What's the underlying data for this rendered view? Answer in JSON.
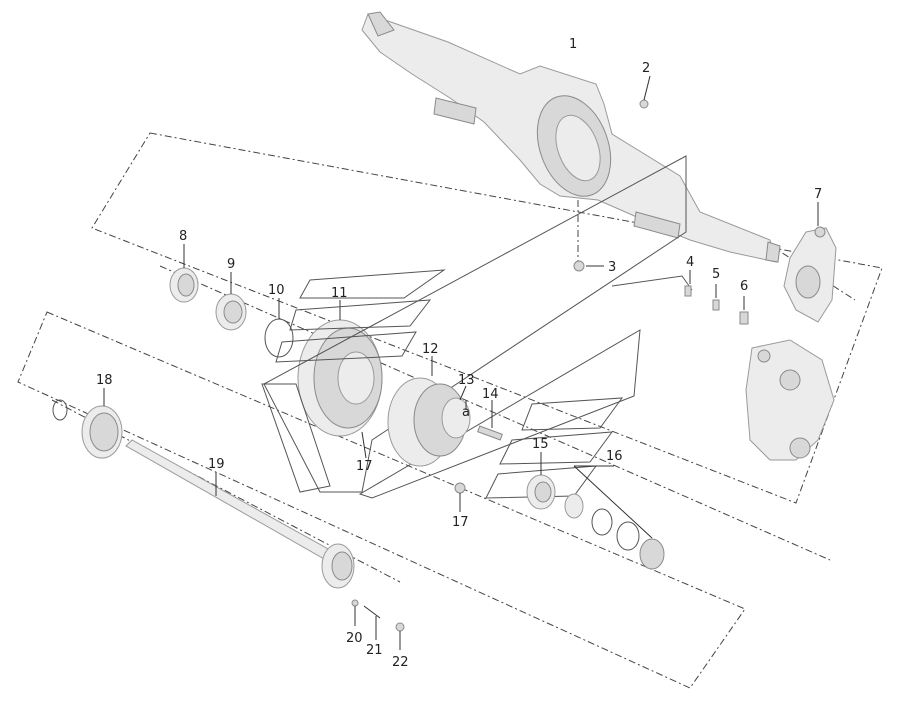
{
  "callouts": [
    {
      "id": "c1",
      "text": "1"
    },
    {
      "id": "c2",
      "text": "2"
    },
    {
      "id": "c3",
      "text": "3"
    },
    {
      "id": "c4",
      "text": "4"
    },
    {
      "id": "c5",
      "text": "5"
    },
    {
      "id": "c6",
      "text": "6"
    },
    {
      "id": "c7",
      "text": "7"
    },
    {
      "id": "c8",
      "text": "8"
    },
    {
      "id": "c9",
      "text": "9"
    },
    {
      "id": "c10",
      "text": "10"
    },
    {
      "id": "c11",
      "text": "11"
    },
    {
      "id": "c12",
      "text": "12"
    },
    {
      "id": "c13",
      "text": "13"
    },
    {
      "id": "c13a",
      "text": "a"
    },
    {
      "id": "c14",
      "text": "14"
    },
    {
      "id": "c15",
      "text": "15"
    },
    {
      "id": "c16",
      "text": "16"
    },
    {
      "id": "c17a",
      "text": "17"
    },
    {
      "id": "c17b",
      "text": "17"
    },
    {
      "id": "c18",
      "text": "18"
    },
    {
      "id": "c19",
      "text": "19"
    },
    {
      "id": "c20",
      "text": "20"
    },
    {
      "id": "c21",
      "text": "21"
    },
    {
      "id": "c22",
      "text": "22"
    }
  ]
}
